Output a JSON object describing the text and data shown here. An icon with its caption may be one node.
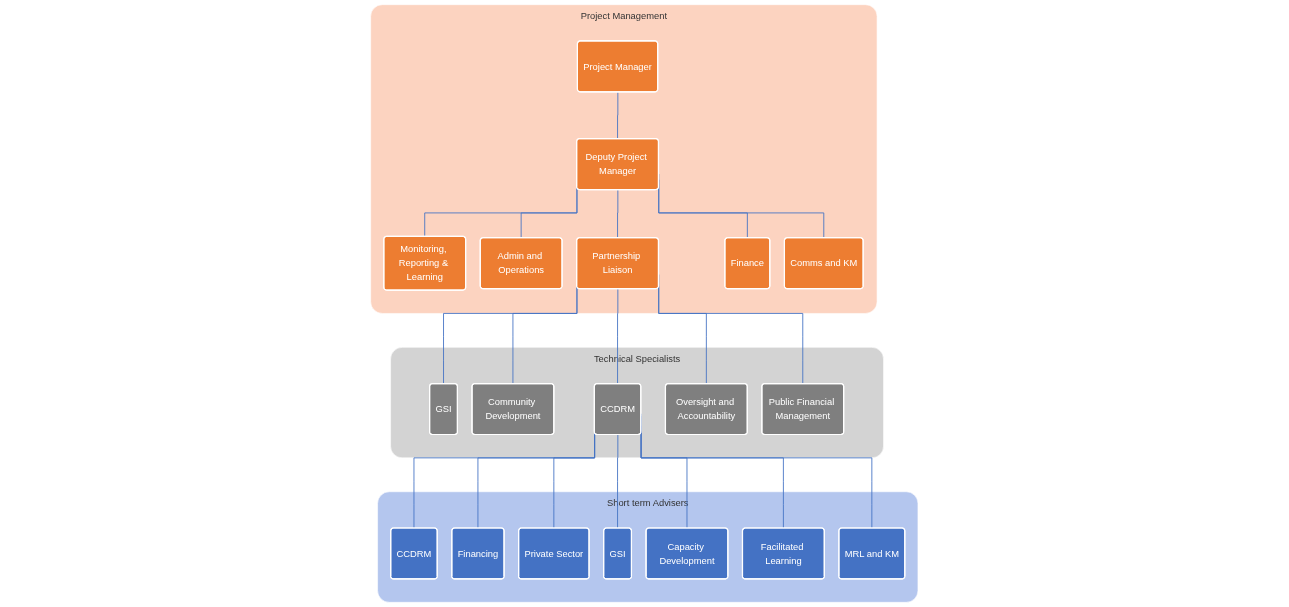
{
  "diagram": {
    "nodes": [
      {
        "text": [
          "Project Management"
        ]
      },
      {
        "text": [
          "Project Manager"
        ],
        "in": 0
      },
      {
        "text": [
          "Deputy Project Manager"
        ],
        "in": 0
      },
      {
        "text": [
          "Monitoring, Reporting & Learning"
        ],
        "in": 0
      },
      {
        "text": [
          "Admin and Operations"
        ],
        "in": 0
      },
      {
        "text": [
          "Partnership Liaison"
        ],
        "in": 0
      },
      {
        "text": [
          "Finance"
        ],
        "in": 0
      },
      {
        "text": [
          "Comms and KM"
        ],
        "in": 0
      },
      {
        "text": [
          "Technical Specialists"
        ]
      },
      {
        "text": [
          "GSI"
        ],
        "in": 8
      },
      {
        "text": [
          "Community Development"
        ],
        "in": 8
      },
      {
        "text": [
          "CCDRM"
        ],
        "in": 8
      },
      {
        "text": [
          "Oversight and Accountability"
        ],
        "in": 8
      },
      {
        "text": [
          "Public Financial Management"
        ],
        "in": 8
      },
      {
        "text": [
          "Short term Advisers"
        ]
      },
      {
        "text": [
          "CCDRM"
        ],
        "in": 14
      },
      {
        "text": [
          "Financing"
        ],
        "in": 14
      },
      {
        "text": [
          "Private Sector"
        ],
        "in": 14
      },
      {
        "text": [
          "GSI"
        ],
        "in": 14
      },
      {
        "text": [
          "Capacity Development"
        ],
        "in": 14
      },
      {
        "text": [
          "Facilitated Learning"
        ],
        "in": 14
      },
      {
        "text": [
          "MRL and KM"
        ],
        "in": 14
      }
    ],
    "edges": [
      {
        "from": 1,
        "to": 2,
        "arrow": "none"
      },
      {
        "from": 2,
        "to": 3,
        "arrow": "none"
      },
      {
        "from": 2,
        "to": 4,
        "arrow": "none"
      },
      {
        "from": 2,
        "to": 5,
        "arrow": "none"
      },
      {
        "from": 2,
        "to": 6,
        "arrow": "none"
      },
      {
        "from": 2,
        "to": 7,
        "arrow": "none"
      },
      {
        "from": 5,
        "to": 9,
        "arrow": "none"
      },
      {
        "from": 5,
        "to": 10,
        "arrow": "none"
      },
      {
        "from": 5,
        "to": 11,
        "arrow": "none"
      },
      {
        "from": 5,
        "to": 12,
        "arrow": "none"
      },
      {
        "from": 5,
        "to": 13,
        "arrow": "none"
      },
      {
        "from": 11,
        "to": 15,
        "arrow": "none"
      },
      {
        "from": 11,
        "to": 16,
        "arrow": "none"
      },
      {
        "from": 11,
        "to": 17,
        "arrow": "none"
      },
      {
        "from": 11,
        "to": 18,
        "arrow": "none"
      },
      {
        "from": 11,
        "to": 19,
        "arrow": "none"
      },
      {
        "from": 11,
        "to": 20,
        "arrow": "none"
      },
      {
        "from": 11,
        "to": 21,
        "arrow": "none"
      }
    ]
  }
}
